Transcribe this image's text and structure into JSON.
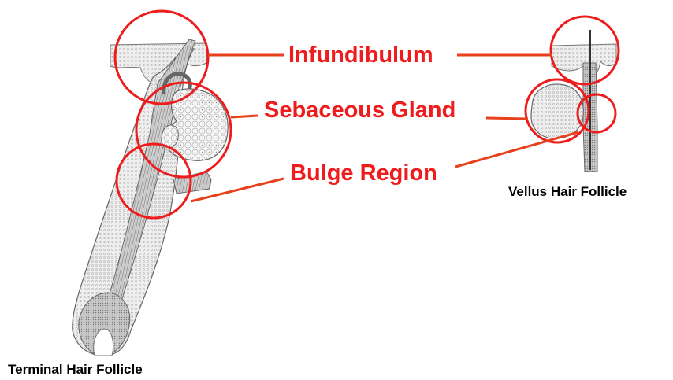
{
  "labels": {
    "infundibulum": "Infundibulum",
    "sebaceous_gland": "Sebaceous Gland",
    "bulge_region": "Bulge Region",
    "vellus_caption": "Vellus Hair Follicle",
    "terminal_caption": "Terminal Hair Follicle"
  },
  "colors": {
    "highlight": "#ee1c1c",
    "leader_line": "#e8401c",
    "illustration": "#555555",
    "caption": "#000000"
  }
}
